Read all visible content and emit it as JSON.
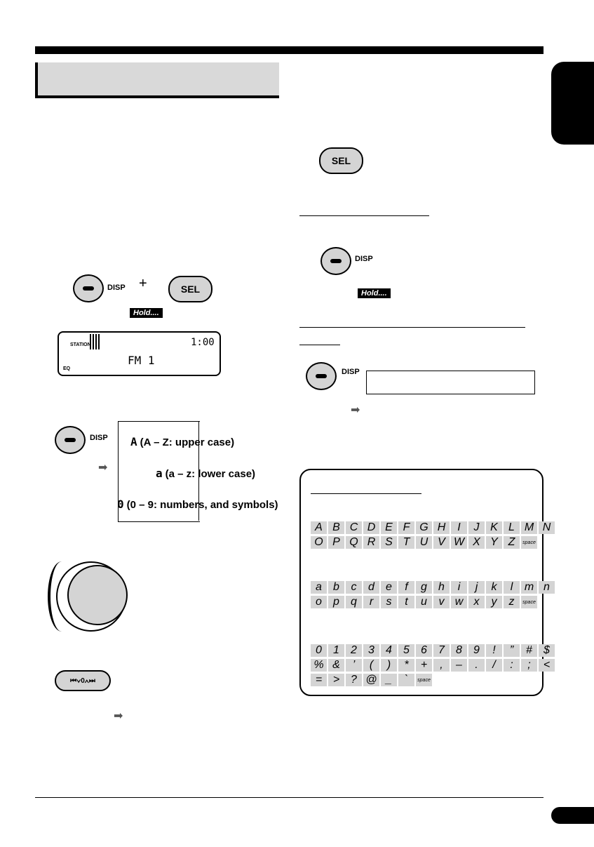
{
  "buttons": {
    "disp": "DISP",
    "sel": "SEL",
    "hold": "Hold....",
    "plus": "+"
  },
  "display": {
    "station": "STATION",
    "time": "1:00",
    "band": "FM 1",
    "eq": "EQ"
  },
  "modes": [
    {
      "glyph": "A",
      "label": "(A – Z: upper case)"
    },
    {
      "glyph": "a",
      "label": "(a – z: lower case)"
    },
    {
      "glyph": "0",
      "label": "(0 – 9: numbers, and symbols)"
    }
  ],
  "charset": {
    "upper": [
      [
        "A",
        "B",
        "C",
        "D",
        "E",
        "F",
        "G",
        "H",
        "I",
        "J",
        "K",
        "L",
        "M",
        "N"
      ],
      [
        "O",
        "P",
        "Q",
        "R",
        "S",
        "T",
        "U",
        "V",
        "W",
        "X",
        "Y",
        "Z",
        "space"
      ]
    ],
    "lower": [
      [
        "a",
        "b",
        "c",
        "d",
        "e",
        "f",
        "g",
        "h",
        "i",
        "j",
        "k",
        "l",
        "m",
        "n"
      ],
      [
        "o",
        "p",
        "q",
        "r",
        "s",
        "t",
        "u",
        "v",
        "w",
        "x",
        "y",
        "z",
        "space"
      ]
    ],
    "symbols": [
      [
        "0",
        "1",
        "2",
        "3",
        "4",
        "5",
        "6",
        "7",
        "8",
        "9",
        "!",
        "”",
        "#",
        "$"
      ],
      [
        "%",
        "&",
        "’",
        "(",
        ")",
        "*",
        "+",
        ",",
        "–",
        ".",
        "/",
        ":",
        ";",
        "<"
      ],
      [
        "=",
        ">",
        "?",
        "@",
        "_",
        "`",
        "space"
      ]
    ]
  },
  "colors": {
    "gray": "#d4d4d4",
    "title_bg": "#d9d9d9"
  }
}
